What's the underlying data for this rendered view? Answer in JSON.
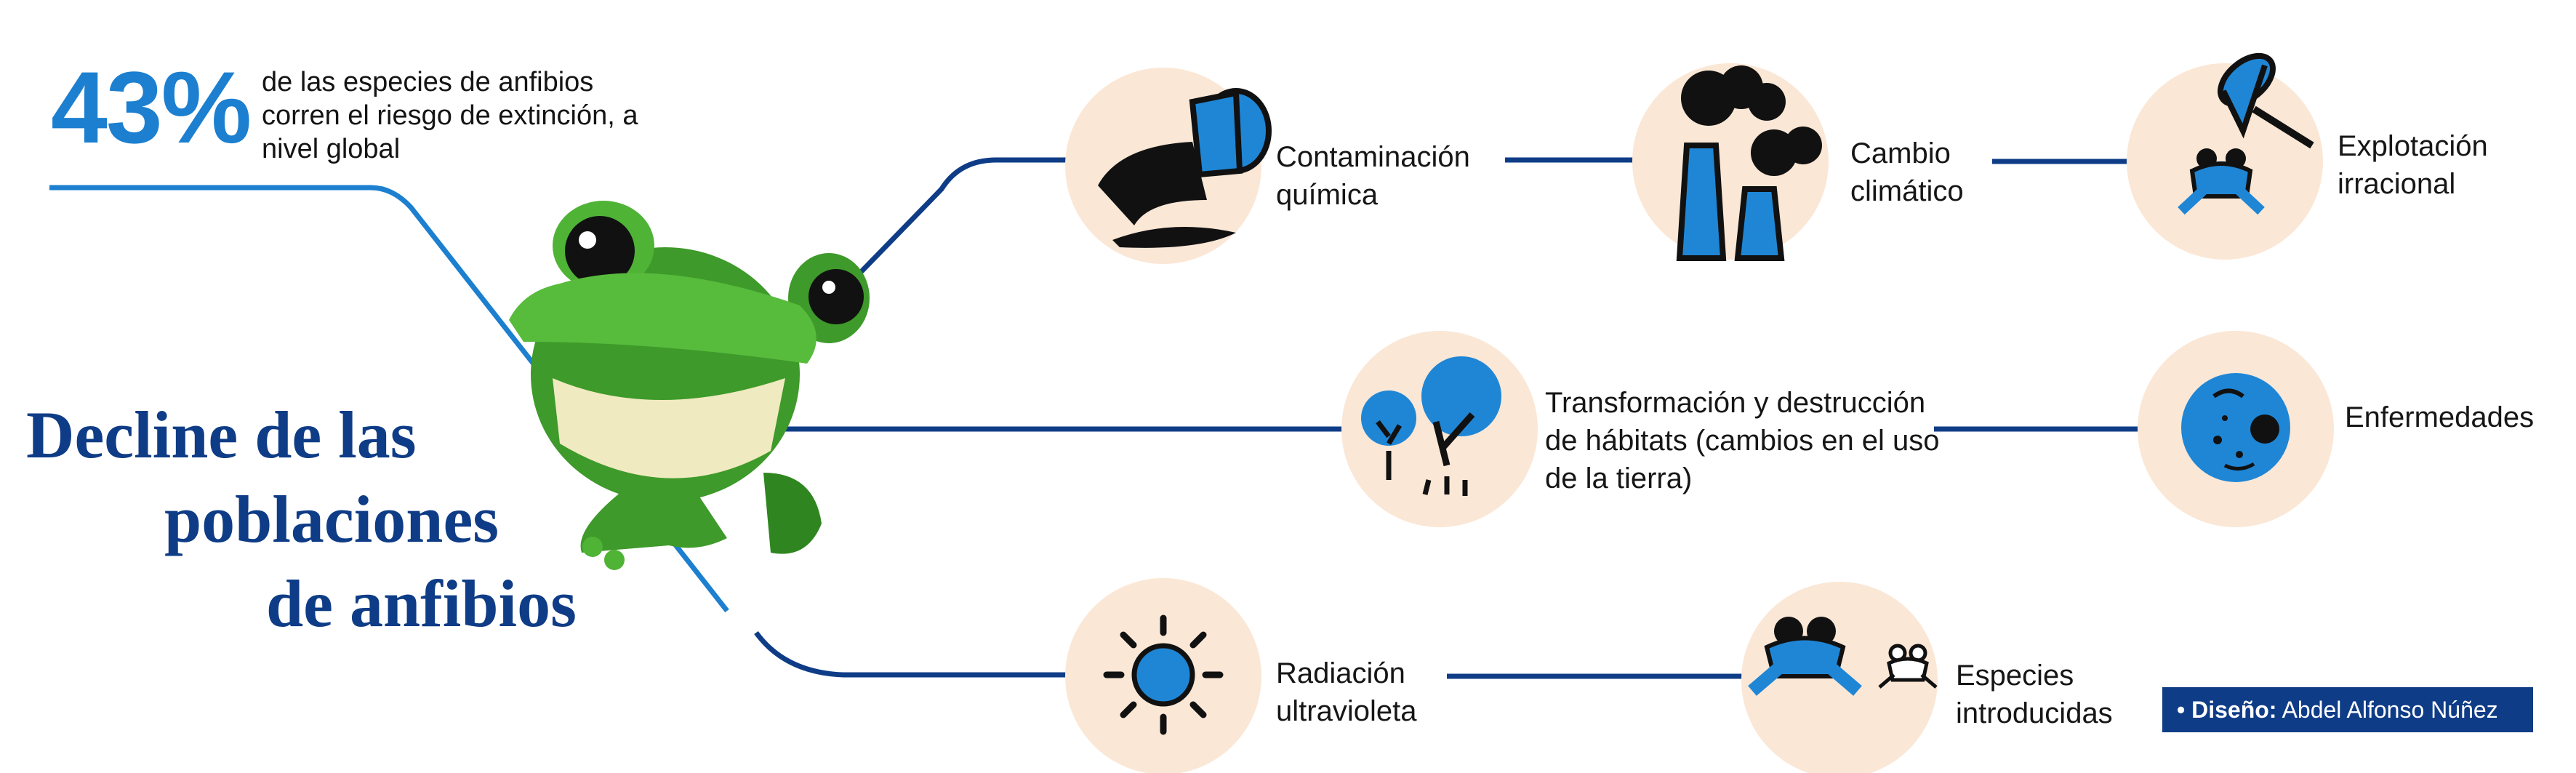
{
  "stat": {
    "value": "43%",
    "description": "de las especies de anfibios corren el riesgo de extinción, a nivel global"
  },
  "title": {
    "line1": "Decline de las",
    "line2": "poblaciones",
    "line3": "de anfibios"
  },
  "causes": {
    "chemical": "Contaminación química",
    "climate": "Cambio climático",
    "exploitation": "Explotación irracional",
    "habitat": "Transformación y destrucción de hábitats (cambios en el uso de la tierra)",
    "disease": "Enfermedades",
    "uv": "Radiación ultravioleta",
    "introduced": "Especies introducidas"
  },
  "credit": {
    "prefix": "• Diseño:",
    "name": " Abdel Alfonso Núñez"
  },
  "colors": {
    "navy": "#0f3c86",
    "blue": "#1c7fcf",
    "icon_blue": "#1f86d6",
    "circle_bg": "#fbe7d6",
    "frog_green": "#3e9a2a"
  }
}
